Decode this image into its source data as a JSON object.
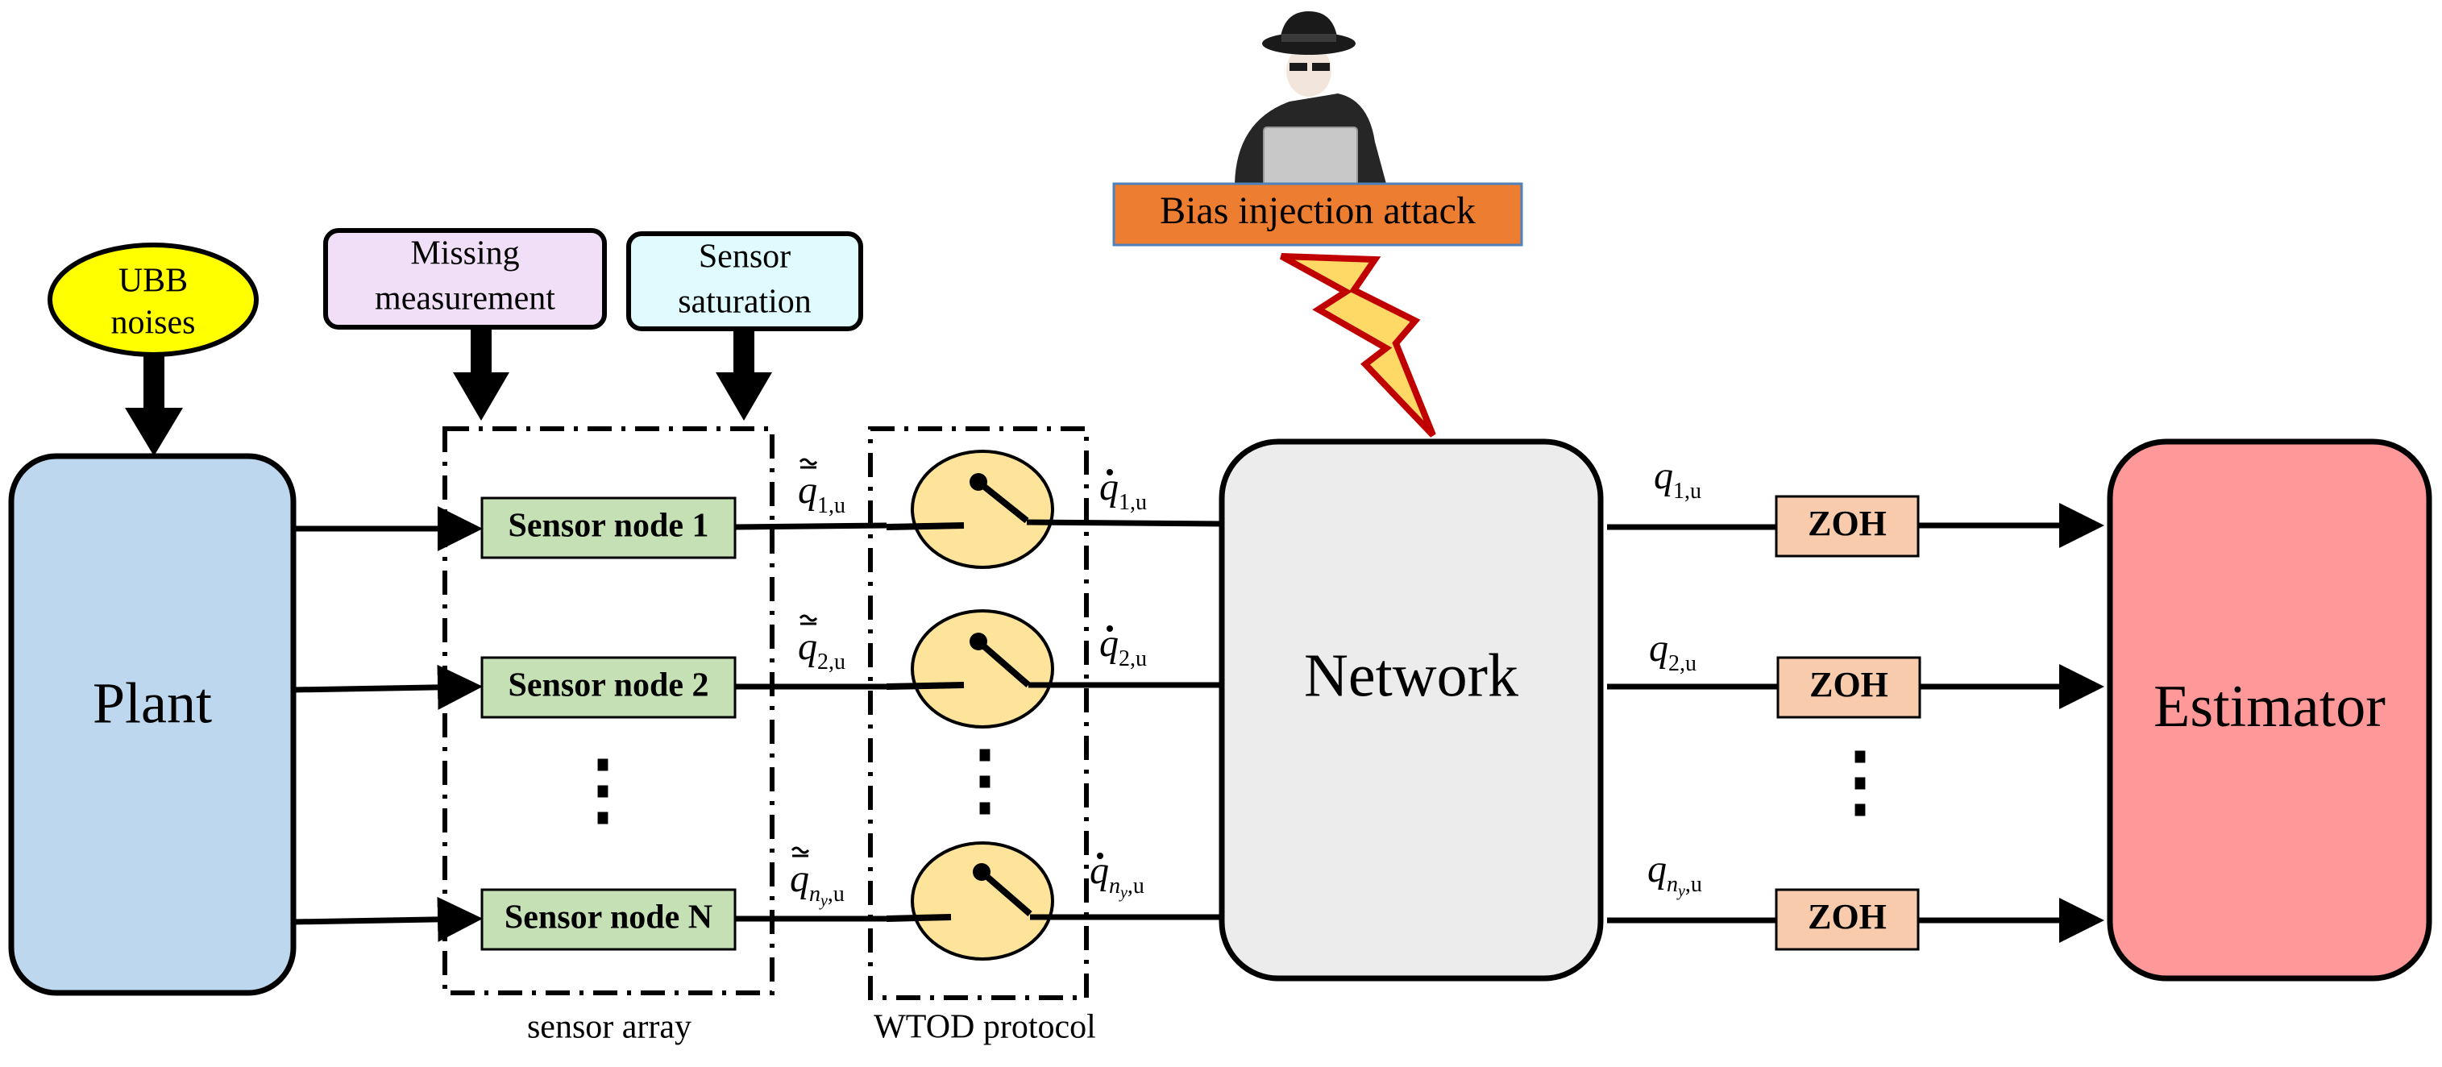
{
  "colors": {
    "plant": "#bdd7ee",
    "ubb": "#ffff00",
    "missing": "#f0dff7",
    "saturation": "#dffbfd",
    "sensor_node": "#c5e0b4",
    "switch": "#fde49a",
    "network": "#ececec",
    "attack": "#ed7d31",
    "attack_border": "#4f81bd",
    "bolt_fill": "#ffd966",
    "bolt_stroke": "#c00000",
    "zoh": "#f8cbad",
    "estimator": "#ff9999",
    "line": "#000000"
  },
  "blocks": {
    "plant": "Plant",
    "network": "Network",
    "estimator": "Estimator"
  },
  "disturbances": {
    "ubb_line1": "UBB",
    "ubb_line2": "noises",
    "missing_line1": "Missing",
    "missing_line2": "measurement",
    "saturation_line1": "Sensor",
    "saturation_line2": "saturation"
  },
  "attack": {
    "label": "Bias injection attack",
    "icon": "hacker-icon"
  },
  "sensors": {
    "node1": "Sensor node 1",
    "node2": "Sensor node 2",
    "nodeN": "Sensor node N"
  },
  "zoh": {
    "z1": "ZOH",
    "z2": "ZOH",
    "zN": "ZOH"
  },
  "groups": {
    "sensor_array": "sensor array",
    "protocol": "WTOD protocol"
  },
  "signals": {
    "qbar": {
      "base": "q",
      "sub1": "1,u",
      "sub2": "2,u",
      "subN_main": "n",
      "subN_sub": "y",
      "subN_tail": ",u"
    },
    "qdot": {
      "base": "q",
      "sub1": "1,u",
      "sub2": "2,u",
      "subN_main": "n",
      "subN_sub": "y",
      "subN_tail": ",u"
    },
    "q": {
      "base": "q",
      "sub1": "1,u",
      "sub2": "2,u",
      "subN_main": "n",
      "subN_sub": "y",
      "subN_tail": ",u"
    }
  },
  "ellipsis": "⋮"
}
